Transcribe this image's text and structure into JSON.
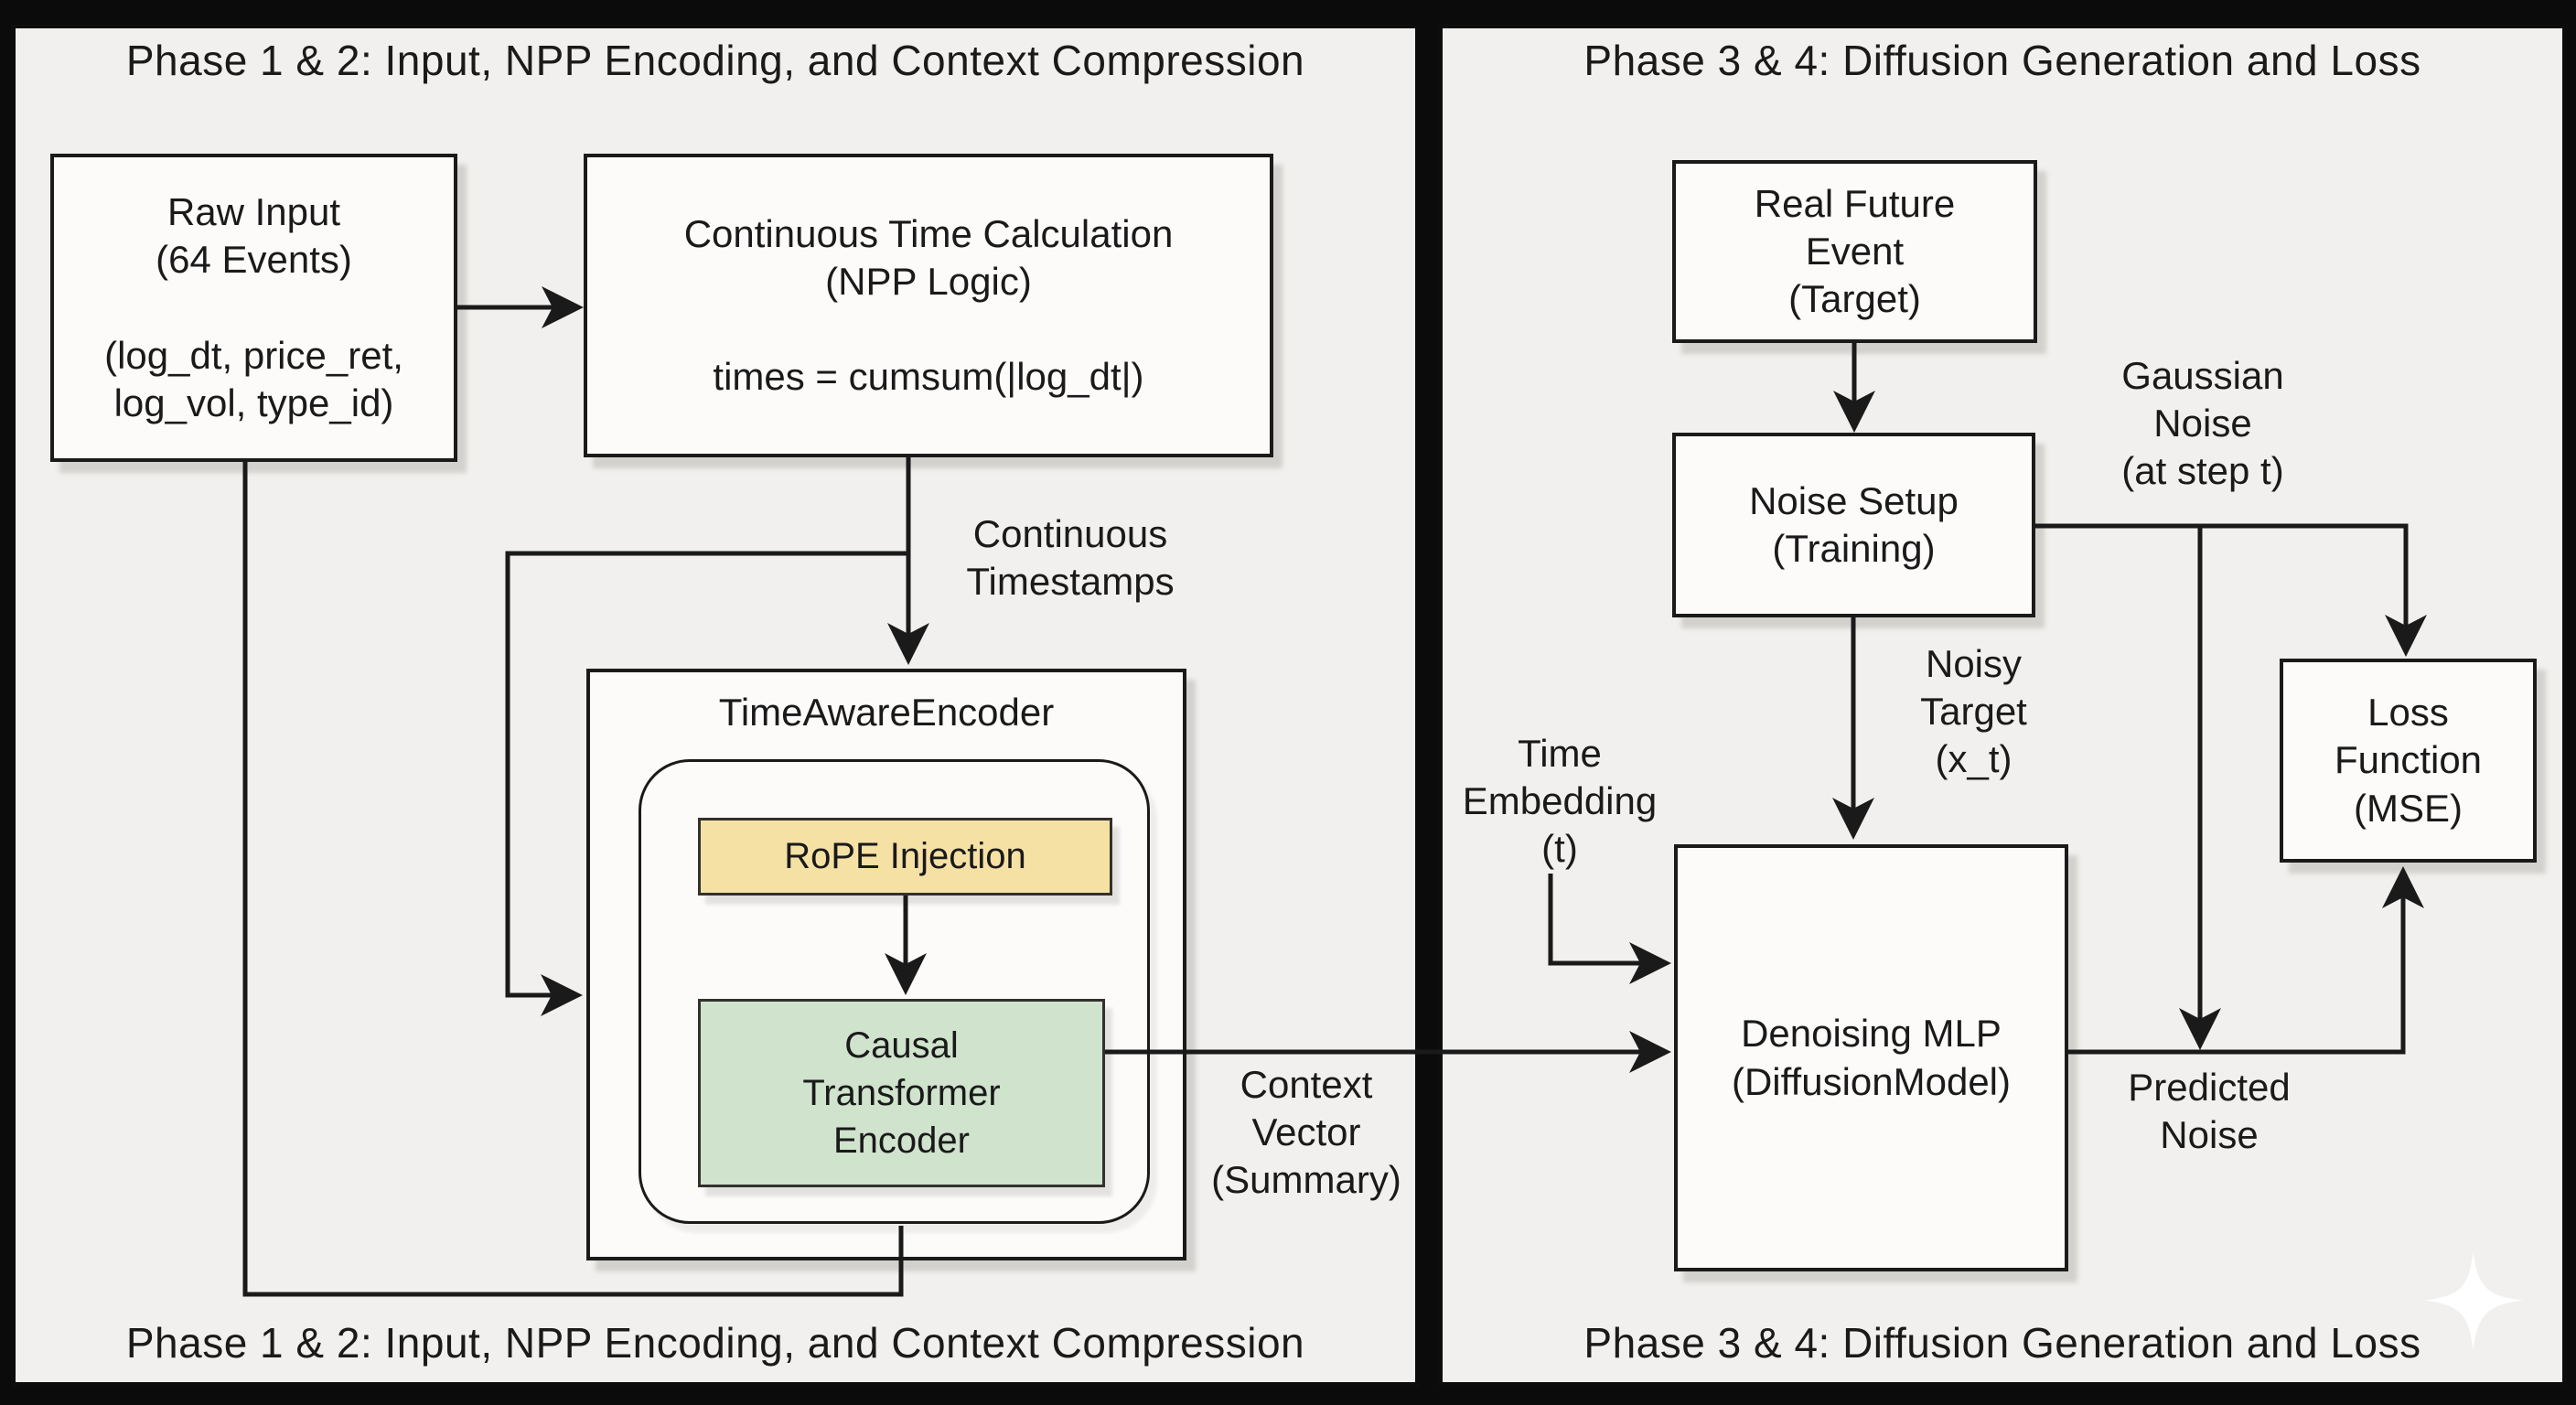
{
  "titles": {
    "left_top": "Phase 1 & 2: Input, NPP Encoding, and Context Compression",
    "left_bottom": "Phase 1 & 2: Input, NPP Encoding, and Context Compression",
    "right_top": "Phase 3 & 4: Diffusion Generation and Loss",
    "right_bottom": "Phase 3 & 4: Diffusion Generation and Loss"
  },
  "left_panel": {
    "raw_input": {
      "line1": "Raw Input",
      "line2": "(64 Events)",
      "line3": "(log_dt, price_ret,",
      "line4": "log_vol, type_id)"
    },
    "time_calc": {
      "line1": "Continuous Time Calculation",
      "line2": "(NPP Logic)",
      "formula": "times = cumsum(|log_dt|)"
    },
    "timestamps_label": {
      "line1": "Continuous",
      "line2": "Timestamps"
    },
    "encoder": {
      "title": "TimeAwareEncoder",
      "rope": "RoPE Injection",
      "causal": {
        "line1": "Causal",
        "line2": "Transformer",
        "line3": "Encoder"
      }
    },
    "context_label": {
      "line1": "Context",
      "line2": "Vector",
      "line3": "(Summary)"
    }
  },
  "right_panel": {
    "real_future": {
      "line1": "Real Future",
      "line2": "Event",
      "line3": "(Target)"
    },
    "noise_setup": {
      "line1": "Noise Setup",
      "line2": "(Training)"
    },
    "gaussian_label": {
      "line1": "Gaussian",
      "line2": "Noise",
      "line3": "(at step t)"
    },
    "noisy_label": {
      "line1": "Noisy",
      "line2": "Target",
      "line3": "(x_t)"
    },
    "time_embed_label": {
      "line1": "Time",
      "line2": "Embedding",
      "line3": "(t)"
    },
    "denoising": {
      "line1": "Denoising MLP",
      "line2": "(DiffusionModel)"
    },
    "loss": {
      "line1": "Loss",
      "line2": "Function",
      "line3": "(MSE)"
    },
    "predicted_label": {
      "line1": "Predicted",
      "line2": "Noise"
    }
  },
  "icons": {
    "sparkle_watermark": "four-point-star"
  },
  "colors": {
    "background": "#0b0b0b",
    "panel": "#f1f0ee",
    "box_fill": "#fcfbfa",
    "rope_fill": "#f6e1a5",
    "causal_fill": "#d0e3cd",
    "line": "#1a1a1a",
    "shadow": "#d2d1ce",
    "sparkle": "#ffffff"
  }
}
